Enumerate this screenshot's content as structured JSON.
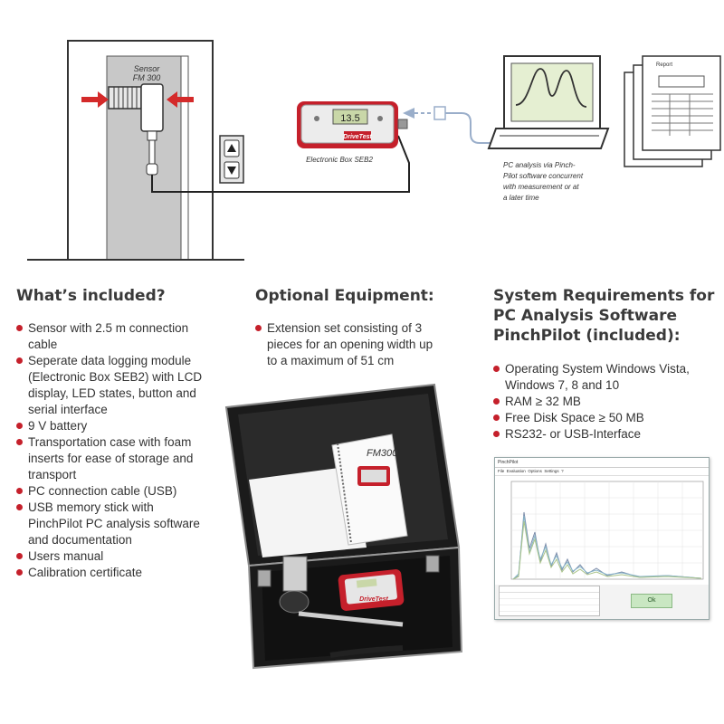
{
  "diagram": {
    "sensor_label_1": "Sensor",
    "sensor_label_2": "FM 300",
    "box_caption": "Electronic Box SEB2",
    "lcd_value": "13.5",
    "brand": "DriveTest",
    "pc_caption": [
      "PC analysis via Pinch-",
      "Pilot software concurrent",
      "with measurement or at",
      "a later time"
    ],
    "report_label": "Report"
  },
  "included": {
    "title": "What’s included?",
    "items": [
      "Sensor with 2.5 m connection cable",
      "Seperate data logging module (Electronic Box SEB2) with LCD display, LED states, button and serial interface",
      "9 V battery",
      "Transportation case with foam inserts for ease of storage and transport",
      "PC connection cable (USB)",
      "USB memory stick with PinchPilot PC analysis software and documentation",
      "Users manual",
      "Calibration certificate"
    ]
  },
  "optional": {
    "title": "Optional Equipment:",
    "items": [
      "Extension set consisting of 3 pieces for an opening width up to a maximum of 51 cm"
    ]
  },
  "requirements": {
    "title": "System Requirements for PC Analysis Software PinchPilot (included):",
    "items": [
      "Operating System Windows Vista, Windows 7, 8 and 10",
      "RAM ≥ 32 MB",
      "Free Disk Space ≥ 50 MB",
      "RS232- or USB-Interface"
    ]
  },
  "case_photo": {
    "manual_title": "FM300",
    "device_brand": "DriveTest"
  },
  "screenshot": {
    "window_title": "PinchPilot",
    "menu": [
      "File",
      "Evaluation",
      "Options",
      "Settings",
      "?"
    ],
    "ok_label": "Ok"
  },
  "colors": {
    "accent": "#c5202b",
    "bullet": "#c5202b",
    "case": "#1b1b1b"
  }
}
